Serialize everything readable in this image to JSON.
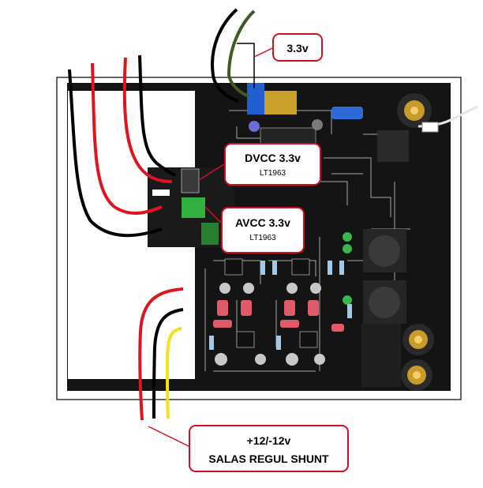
{
  "annotations": {
    "label_33v": "3.3v",
    "dvcc": {
      "title": "DVCC 3.3v",
      "part": "LT1963"
    },
    "avcc": {
      "title": "AVCC 3.3v",
      "part": "LT1963"
    },
    "supply": {
      "line1": "+12/-12v",
      "line2": "SALAS REGUL SHUNT"
    }
  },
  "colors": {
    "pcb": "#141414",
    "callout_border": "#d01020",
    "wire_red": "#e0141e",
    "wire_black": "#000000",
    "wire_green": "#3f5a25",
    "wire_yellow": "#f2e21a",
    "cap_blue": "#1f5fd0"
  }
}
